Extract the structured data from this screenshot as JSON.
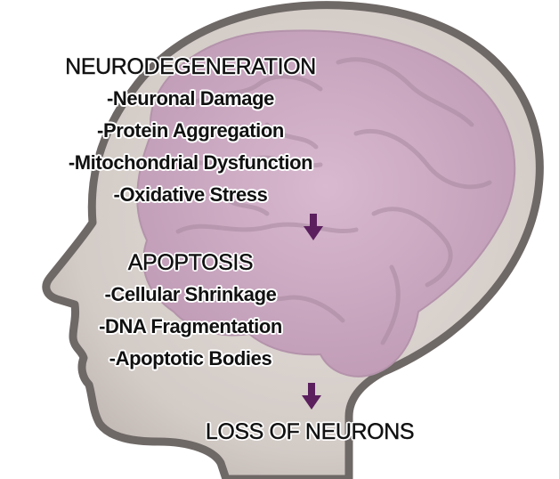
{
  "colors": {
    "head_fill": "#d6cfca",
    "head_outline": "#6e6866",
    "brain_fill": "#c9a7bf",
    "brain_fold": "#a88aa0",
    "arrow": "#5b1f5e",
    "text": "#111111",
    "text_outline": "#ffffff"
  },
  "icons": {
    "head": "human-head-profile-silhouette",
    "brain": "brain",
    "arrow": "arrow-down"
  },
  "sections": {
    "neurodegeneration": {
      "title": "NEURODEGENERATION",
      "items": [
        "-Neuronal Damage",
        "-Protein Aggregation",
        "-Mitochondrial Dysfunction",
        "-Oxidative Stress"
      ]
    },
    "apoptosis": {
      "title": "APOPTOSIS",
      "items": [
        "-Cellular Shrinkage",
        "-DNA Fragmentation",
        "-Apoptotic Bodies"
      ]
    },
    "outcome": {
      "title": "LOSS OF NEURONS"
    }
  }
}
